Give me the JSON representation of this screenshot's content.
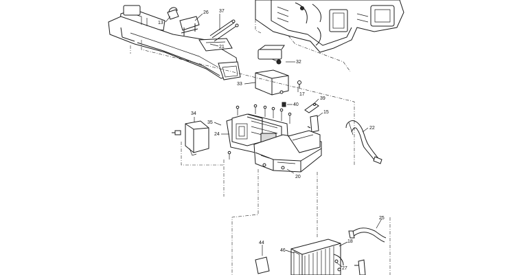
{
  "diagram": {
    "callouts": [
      {
        "id": "13",
        "text": "13"
      },
      {
        "id": "26",
        "text": "26"
      },
      {
        "id": "37",
        "text": "37"
      },
      {
        "id": "21",
        "text": "21"
      },
      {
        "id": "32",
        "text": "32"
      },
      {
        "id": "33",
        "text": "33"
      },
      {
        "id": "17",
        "text": "17"
      },
      {
        "id": "39",
        "text": "39"
      },
      {
        "id": "40",
        "text": "40"
      },
      {
        "id": "15",
        "text": "15"
      },
      {
        "id": "34",
        "text": "34"
      },
      {
        "id": "35",
        "text": "35"
      },
      {
        "id": "24",
        "text": "24"
      },
      {
        "id": "22",
        "text": "22"
      },
      {
        "id": "20",
        "text": "20"
      },
      {
        "id": "25",
        "text": "25"
      },
      {
        "id": "44",
        "text": "44"
      },
      {
        "id": "46",
        "text": "46"
      },
      {
        "id": "18",
        "text": "18"
      },
      {
        "id": "27",
        "text": "27"
      }
    ]
  }
}
